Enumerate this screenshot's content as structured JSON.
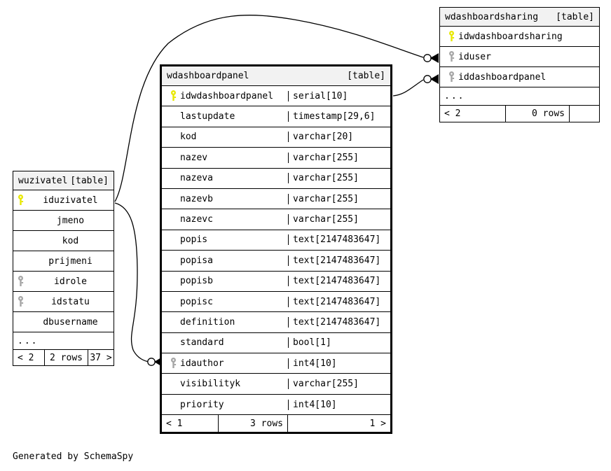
{
  "caption": "Generated by SchemaSpy",
  "colors": {
    "primary_key": "#e8e800",
    "foreign_key": "#a6a6a6",
    "header_background": "#f2f2f2",
    "border": "#000000",
    "background": "#ffffff"
  },
  "table_tag": "[table]",
  "ellipsis": "...",
  "tables": {
    "wuzivatel": {
      "name": "wuzivatel",
      "tag": "[table]",
      "columns": [
        {
          "name": "iduzivatel",
          "key": "primary"
        },
        {
          "name": "jmeno",
          "key": "none"
        },
        {
          "name": "kod",
          "key": "none"
        },
        {
          "name": "prijmeni",
          "key": "none"
        },
        {
          "name": "idrole",
          "key": "foreign"
        },
        {
          "name": "idstatu",
          "key": "foreign"
        },
        {
          "name": "dbusername",
          "key": "none"
        }
      ],
      "has_ellipsis": true,
      "footer": {
        "left": "< 2",
        "center": "2 rows",
        "right": "37 >"
      }
    },
    "wdashboardpanel": {
      "name": "wdashboardpanel",
      "tag": "[table]",
      "columns": [
        {
          "name": "idwdashboardpanel",
          "type": "serial[10]",
          "key": "primary"
        },
        {
          "name": "lastupdate",
          "type": "timestamp[29,6]",
          "key": "none"
        },
        {
          "name": "kod",
          "type": "varchar[20]",
          "key": "none"
        },
        {
          "name": "nazev",
          "type": "varchar[255]",
          "key": "none"
        },
        {
          "name": "nazeva",
          "type": "varchar[255]",
          "key": "none"
        },
        {
          "name": "nazevb",
          "type": "varchar[255]",
          "key": "none"
        },
        {
          "name": "nazevc",
          "type": "varchar[255]",
          "key": "none"
        },
        {
          "name": "popis",
          "type": "text[2147483647]",
          "key": "none"
        },
        {
          "name": "popisa",
          "type": "text[2147483647]",
          "key": "none"
        },
        {
          "name": "popisb",
          "type": "text[2147483647]",
          "key": "none"
        },
        {
          "name": "popisc",
          "type": "text[2147483647]",
          "key": "none"
        },
        {
          "name": "definition",
          "type": "text[2147483647]",
          "key": "none"
        },
        {
          "name": "standard",
          "type": "bool[1]",
          "key": "none"
        },
        {
          "name": "idauthor",
          "type": "int4[10]",
          "key": "foreign"
        },
        {
          "name": "visibilityk",
          "type": "varchar[255]",
          "key": "none"
        },
        {
          "name": "priority",
          "type": "int4[10]",
          "key": "none"
        }
      ],
      "has_ellipsis": false,
      "footer": {
        "left": "< 1",
        "center": "3 rows",
        "right": "1 >"
      }
    },
    "wdashboardsharing": {
      "name": "wdashboardsharing",
      "tag": "[table]",
      "columns": [
        {
          "name": "idwdashboardsharing",
          "key": "primary"
        },
        {
          "name": "iduser",
          "key": "foreign"
        },
        {
          "name": "iddashboardpanel",
          "key": "foreign"
        }
      ],
      "has_ellipsis": true,
      "footer": {
        "left": "< 2",
        "center": "0 rows",
        "right": ""
      }
    }
  },
  "relationships": [
    {
      "from": "wuzivatel.iduzivatel",
      "to": "wdashboardsharing.iduser"
    },
    {
      "from": "wdashboardpanel.idwdashboardpanel",
      "to": "wdashboardsharing.iddashboardpanel"
    },
    {
      "from": "wuzivatel.iduzivatel",
      "to": "wdashboardpanel.idauthor"
    }
  ]
}
